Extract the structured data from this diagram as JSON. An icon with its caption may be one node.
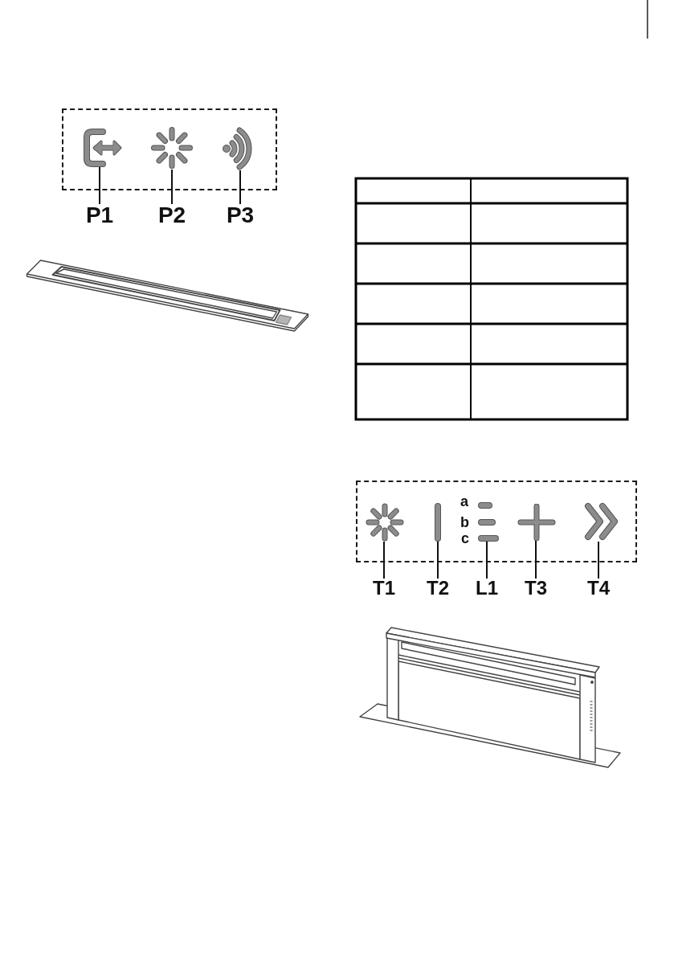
{
  "diagram": {
    "nodes": [
      {
        "text": [],
        "shape": "box"
      },
      {
        "text": [],
        "shape": "picture",
        "in": 0
      },
      {
        "text": [],
        "shape": "picture",
        "in": 0
      },
      {
        "text": [],
        "shape": "picture",
        "in": 0
      },
      {
        "text": [
          "P1"
        ]
      },
      {
        "text": [
          "P2"
        ]
      },
      {
        "text": [
          "P3"
        ]
      },
      {
        "text": [],
        "shape": "box"
      },
      {
        "text": [],
        "shape": "picture",
        "in": 7
      },
      {
        "text": [],
        "shape": "picture",
        "in": 7
      },
      {
        "text": [],
        "shape": "picture",
        "in": 7
      },
      {
        "text": [],
        "shape": "picture",
        "in": 7
      },
      {
        "text": [],
        "shape": "picture",
        "in": 7
      },
      {
        "text": [
          "T1"
        ]
      },
      {
        "text": [
          "T2"
        ]
      },
      {
        "text": [
          "L1"
        ]
      },
      {
        "text": [
          "T3"
        ]
      },
      {
        "text": [
          "T4"
        ]
      }
    ],
    "edges": [
      {
        "from": 4,
        "to": 1,
        "arrow": "none"
      },
      {
        "from": 5,
        "to": 2,
        "arrow": "none"
      },
      {
        "from": 6,
        "to": 3,
        "arrow": "none"
      },
      {
        "from": 13,
        "to": 8,
        "arrow": "none"
      },
      {
        "from": 14,
        "to": 9,
        "arrow": "none"
      },
      {
        "from": 15,
        "to": 10,
        "arrow": "none"
      },
      {
        "from": 16,
        "to": 11,
        "arrow": "none"
      },
      {
        "from": 17,
        "to": 12,
        "arrow": "none"
      }
    ],
    "labels": [
      "a",
      "b",
      "c"
    ]
  }
}
